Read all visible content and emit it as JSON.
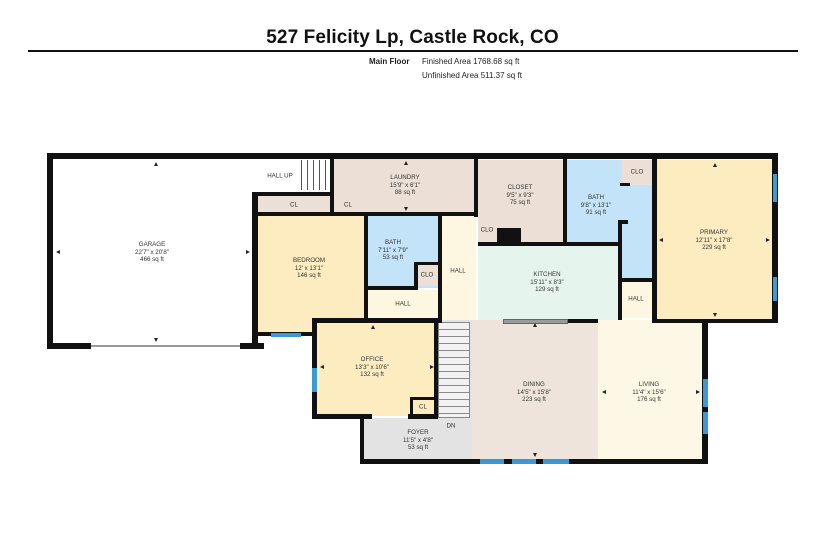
{
  "header": {
    "title": "527 Felicity Lp, Castle Rock, CO",
    "floor_label": "Main Floor",
    "finished_area": "Finished Area 1768.68 sq ft",
    "unfinished_area": "Unfinished Area 511.37 sq ft"
  },
  "colors": {
    "wall": "#111111",
    "window": "#3b9ad6",
    "bedroom_yellow": "#fcecc0",
    "bath_blue": "#c3e3f8",
    "utility_tan": "#ecdfd5",
    "kitchen_mint": "#e6f4ee",
    "hall_cream": "#fdf6e1",
    "dining_beige": "#eee4db",
    "living_cream": "#fdf8e6",
    "foyer_gray": "#e3e3e3",
    "garage_white": "#ffffff"
  },
  "rooms": {
    "garage": {
      "name": "GARAGE",
      "dims": "22'7\" x 20'8\"",
      "area": "466 sq ft"
    },
    "laundry": {
      "name": "LAUNDRY",
      "dims": "15'9\" x 6'1\"",
      "area": "88 sq ft"
    },
    "closet": {
      "name": "CLOSET",
      "dims": "9'5\" x 9'3\"",
      "area": "75 sq ft"
    },
    "bath_primary": {
      "name": "BATH",
      "dims": "9'8\" x 13'1\"",
      "area": "91 sq ft"
    },
    "primary": {
      "name": "PRIMARY",
      "dims": "12'11\" x 17'8\"",
      "area": "229 sq ft"
    },
    "bedroom": {
      "name": "BEDROOM",
      "dims": "12' x 13'1\"",
      "area": "146 sq ft"
    },
    "bath_small": {
      "name": "BATH",
      "dims": "7'11\" x 7'9\"",
      "area": "53 sq ft"
    },
    "kitchen": {
      "name": "KITCHEN",
      "dims": "15'11\" x 8'3\"",
      "area": "129 sq ft"
    },
    "office": {
      "name": "OFFICE",
      "dims": "13'3\" x 10'6\"",
      "area": "132 sq ft"
    },
    "dining": {
      "name": "DINING",
      "dims": "14'5\" x 15'8\"",
      "area": "223 sq ft"
    },
    "living": {
      "name": "LIVING",
      "dims": "11'4\" x 15'6\"",
      "area": "176 sq ft"
    },
    "foyer": {
      "name": "FOYER",
      "dims": "11'5\" x 4'8\"",
      "area": "53 sq ft"
    }
  },
  "small_labels": {
    "hall_up": "HALL UP",
    "cl_left": "CL",
    "cl_laundry": "CL",
    "clo_closet": "CLO",
    "clo_bath": "CLO",
    "clo_hall": "CLO",
    "hall_mid": "HALL",
    "hall_lower": "HALL",
    "hall_primary": "HALL",
    "cl_foyer": "CL",
    "dn": "DN"
  }
}
